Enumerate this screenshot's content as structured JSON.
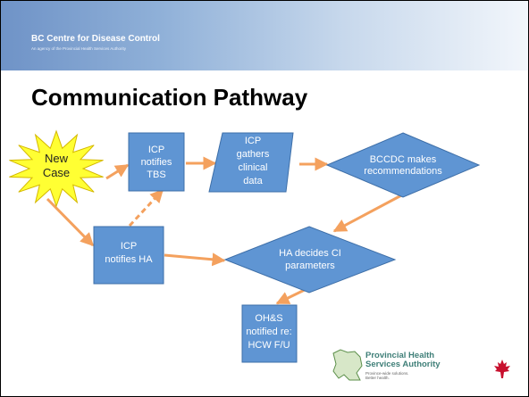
{
  "header": {
    "org_name": "BC Centre for Disease Control",
    "org_subtitle": "An agency of the Provincial Health Services Authority"
  },
  "slide": {
    "title": "Communication Pathway"
  },
  "diagram": {
    "nodes": [
      {
        "id": "new-case",
        "shape": "starburst",
        "lines": [
          "New",
          "Case"
        ]
      },
      {
        "id": "icp-notifies-tbs",
        "shape": "rectangle",
        "lines": [
          "ICP",
          "notifies",
          "TBS"
        ]
      },
      {
        "id": "icp-gathers-clinical-data",
        "shape": "parallelogram",
        "lines": [
          "ICP",
          "gathers",
          "clinical",
          "data"
        ]
      },
      {
        "id": "bccdc-makes-recommendations",
        "shape": "diamond",
        "lines": [
          "BCCDC makes",
          "recommendations"
        ]
      },
      {
        "id": "icp-notifies-ha",
        "shape": "rectangle",
        "lines": [
          "ICP",
          "notifies HA"
        ]
      },
      {
        "id": "ha-decides-ci-parameters",
        "shape": "diamond",
        "lines": [
          "HA decides CI",
          "parameters"
        ]
      },
      {
        "id": "ohs-notified",
        "shape": "rectangle",
        "lines": [
          "OH&S",
          "notified re:",
          "HCW F/U"
        ]
      }
    ],
    "edges": [
      {
        "from": "new-case",
        "to": "icp-notifies-tbs",
        "style": "solid"
      },
      {
        "from": "icp-notifies-tbs",
        "to": "icp-gathers-clinical-data",
        "style": "solid"
      },
      {
        "from": "icp-gathers-clinical-data",
        "to": "bccdc-makes-recommendations",
        "style": "solid"
      },
      {
        "from": "bccdc-makes-recommendations",
        "to": "ha-decides-ci-parameters",
        "style": "solid"
      },
      {
        "from": "new-case",
        "to": "icp-notifies-ha",
        "style": "solid"
      },
      {
        "from": "icp-notifies-ha",
        "to": "icp-notifies-tbs",
        "style": "dashed"
      },
      {
        "from": "icp-notifies-ha",
        "to": "ha-decides-ci-parameters",
        "style": "solid"
      },
      {
        "from": "ha-decides-ci-parameters",
        "to": "ohs-notified",
        "style": "solid"
      }
    ],
    "colors": {
      "node_fill": "#5f95d3",
      "node_stroke": "#3e6fa8",
      "burst_fill": "#ffff33",
      "burst_stroke": "#d4b800",
      "arrow": "#f4a15e"
    }
  },
  "footer": {
    "phsa_name_line1": "Provincial Health",
    "phsa_name_line2": "Services Authority",
    "phsa_tagline_line1": "Province-wide solutions.",
    "phsa_tagline_line2": "Better health.",
    "leaf_icon": "maple-leaf-icon"
  }
}
